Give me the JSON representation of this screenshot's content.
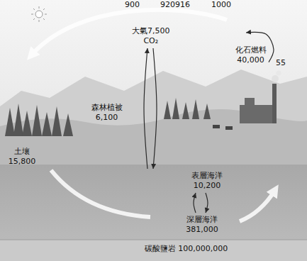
{
  "diagram": {
    "nodes": [
      {
        "text": [
          "大氣7,500",
          "CO₂"
        ]
      },
      {
        "text": [
          "化石燃料",
          "40,000"
        ]
      },
      {
        "text": [
          "森林植被",
          "6,100"
        ]
      },
      {
        "text": [
          "土壤",
          "15,800"
        ]
      },
      {
        "text": [
          "表層海洋",
          "10,200"
        ]
      },
      {
        "text": [
          "深層海洋",
          "381,000"
        ]
      },
      {
        "text": [
          "碳酸鹽岩 100,000,000"
        ]
      }
    ],
    "edges": [
      {
        "from": 1,
        "to": 0,
        "label": "55",
        "arrow": "to"
      },
      {
        "from": 4,
        "to": 0,
        "label": "900",
        "arrow": "to"
      },
      {
        "from": 0,
        "to": 4,
        "label": "920",
        "arrow": "to"
      },
      {
        "from": 5,
        "to": 4,
        "label": "916",
        "arrow": "to"
      },
      {
        "from": 4,
        "to": 5,
        "label": "1000",
        "arrow": "to"
      }
    ]
  }
}
